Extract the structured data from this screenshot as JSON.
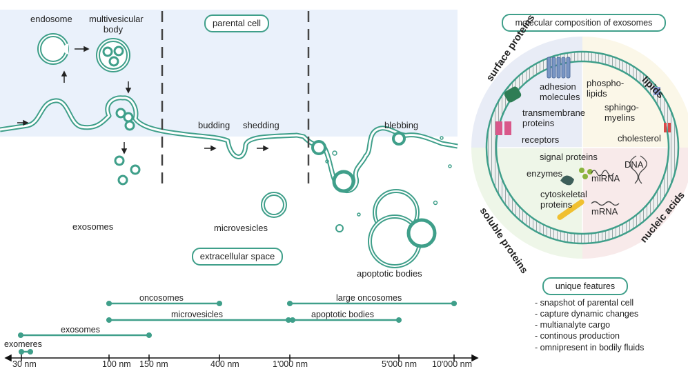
{
  "labels": {
    "endosome": "endosome",
    "multivesicular_body_line1": "multivesicular",
    "multivesicular_body_line2": "body",
    "parental_cell": "parental cell",
    "budding": "budding",
    "shedding": "shedding",
    "blebbing": "blebbing",
    "exosomes": "exosomes",
    "microvesicles": "microvesicles",
    "extracellular_space": "extracellular space",
    "apoptotic_bodies": "apoptotic bodies"
  },
  "composition": {
    "title": "molecular composition of exosomes",
    "quadrants": {
      "surface_proteins": "surface proteins",
      "lipids": "lipids",
      "soluble_proteins": "soluble proteins",
      "nucleic_acids": "nucleic acids"
    },
    "items": {
      "adhesion_1": "adhesion",
      "adhesion_2": "molecules",
      "transmembrane_1": "transmembrane",
      "transmembrane_2": "proteins",
      "receptors": "receptors",
      "phospho_1": "phospho-",
      "phospho_2": "lipids",
      "sphingo_1": "sphingo-",
      "sphingo_2": "myelins",
      "cholesterol": "cholesterol",
      "signal_proteins": "signal proteins",
      "enzymes": "enzymes",
      "cytoskeletal_1": "cytoskeletal",
      "cytoskeletal_2": "proteins",
      "mirna": "miRNA",
      "dna": "DNA",
      "mrna": "mRNA"
    }
  },
  "features": {
    "title": "unique features",
    "list": [
      "- snapshot of parental cell",
      "- capture dynamic changes",
      "- multianalyte cargo",
      "- continous production",
      "- omnipresent in bodily fluids"
    ]
  },
  "size_ranges": [
    {
      "name": "oncosomes",
      "from_nm": 100,
      "to_nm": 400
    },
    {
      "name": "large oncosomes",
      "from_nm": 1000,
      "to_nm": 10000
    },
    {
      "name": "microvesicles",
      "from_nm": 100,
      "to_nm": 1000
    },
    {
      "name": "apoptotic bodies",
      "from_nm": 1000,
      "to_nm": 5000
    },
    {
      "name": "exosomes",
      "from_nm": 30,
      "to_nm": 150
    },
    {
      "name": "exomeres",
      "from_nm": 30,
      "to_nm": 35
    }
  ],
  "axis_ticks": [
    "30 nm",
    "100 nm",
    "150 nm",
    "400 nm",
    "1'000 nm",
    "5'000 nm",
    "10'000 nm"
  ]
}
